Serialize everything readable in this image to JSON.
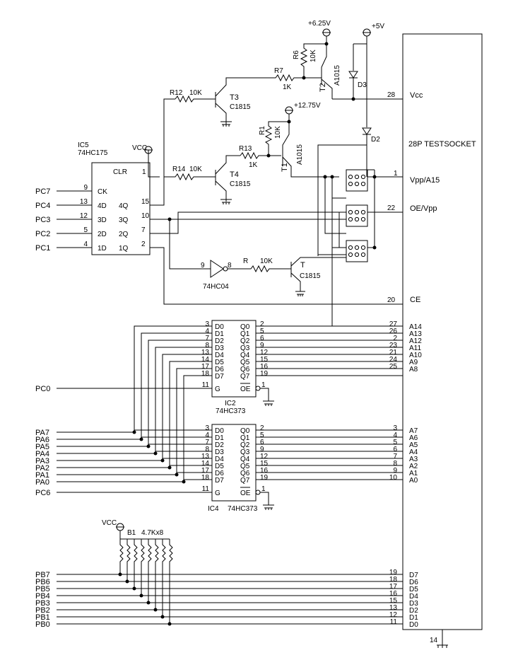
{
  "socket": {
    "title": "28P TESTSOCKET",
    "pins": [
      {
        "num": "28",
        "label": "Vcc"
      },
      {
        "num": "1",
        "label": "Vpp/A15"
      },
      {
        "num": "22",
        "label": "OE/Vpp"
      },
      {
        "num": "20",
        "label": "CE"
      },
      {
        "num": "14",
        "label": ""
      }
    ]
  },
  "supplies": {
    "v625": "+6.25V",
    "v5": "+5V",
    "v1275": "+12.75V",
    "vcc1": "VCC",
    "vcc2": "VCC"
  },
  "ic5": {
    "name": "IC5",
    "part": "74HC175",
    "clr": "CLR",
    "clr_pin": "1",
    "inputs": [
      {
        "port": "PC7",
        "pin": "9",
        "name": "CK"
      },
      {
        "port": "PC4",
        "pin": "13",
        "name": "4D"
      },
      {
        "port": "PC3",
        "pin": "12",
        "name": "3D"
      },
      {
        "port": "PC2",
        "pin": "5",
        "name": "2D"
      },
      {
        "port": "PC1",
        "pin": "4",
        "name": "1D"
      }
    ],
    "outputs": [
      {
        "name": "4Q",
        "pin": "15"
      },
      {
        "name": "3Q",
        "pin": "10"
      },
      {
        "name": "2Q",
        "pin": "7"
      },
      {
        "name": "1Q",
        "pin": "2"
      }
    ]
  },
  "transistors": {
    "t3": {
      "name": "T3",
      "part": "C1815"
    },
    "t4": {
      "name": "T4",
      "part": "C1815"
    },
    "t2": {
      "name": "T2",
      "part": "A1015"
    },
    "t1": {
      "name": "T1",
      "part": "A1015"
    },
    "t": {
      "name": "T",
      "part": "C1815"
    }
  },
  "resistors": {
    "r12": {
      "name": "R12",
      "value": "10K"
    },
    "r14": {
      "name": "R14",
      "value": "10K"
    },
    "r7": {
      "name": "R7",
      "value": "1K"
    },
    "r6": {
      "name": "R6",
      "value": "10K"
    },
    "r13": {
      "name": "R13",
      "value": "1K"
    },
    "r1": {
      "name": "R1",
      "value": "10K"
    },
    "r": {
      "name": "R",
      "value": "10K"
    }
  },
  "diodes": {
    "d3": "D3",
    "d2": "D2"
  },
  "inverter": {
    "part": "74HC04",
    "in_pin": "9",
    "out_pin": "8"
  },
  "ic2": {
    "name": "IC2",
    "part": "74HC373",
    "g": "G",
    "g_pin": "11",
    "oe": "OE",
    "oe_pin": "1",
    "control": "PC0",
    "in_pins": [
      "3",
      "4",
      "7",
      "8",
      "13",
      "14",
      "17",
      "18"
    ],
    "d_labels": [
      "D0",
      "D1",
      "D2",
      "D3",
      "D4",
      "D5",
      "D6",
      "D7"
    ],
    "q_labels": [
      "Q0",
      "Q1",
      "Q2",
      "Q3",
      "Q4",
      "Q5",
      "Q6",
      "Q7"
    ],
    "out_pins": [
      "2",
      "5",
      "6",
      "9",
      "12",
      "15",
      "16",
      "19"
    ],
    "sock_pins": [
      "27",
      "26",
      "2",
      "23",
      "21",
      "24",
      "25"
    ],
    "sock_labels": [
      "A14",
      "A13",
      "A12",
      "A11",
      "A10",
      "A9",
      "A8"
    ]
  },
  "ic4": {
    "name": "IC4",
    "part": "74HC373",
    "g": "G",
    "g_pin": "11",
    "oe": "OE",
    "oe_pin": "1",
    "control": "PC6",
    "in_pins": [
      "3",
      "4",
      "7",
      "8",
      "13",
      "14",
      "17",
      "18"
    ],
    "d_labels": [
      "D0",
      "D1",
      "D2",
      "D3",
      "D4",
      "D5",
      "D6",
      "D7"
    ],
    "q_labels": [
      "Q0",
      "Q1",
      "Q2",
      "Q3",
      "Q4",
      "Q5",
      "Q6",
      "Q7"
    ],
    "out_pins": [
      "2",
      "5",
      "6",
      "9",
      "12",
      "15",
      "16",
      "19"
    ],
    "sock_pins": [
      "3",
      "4",
      "5",
      "6",
      "7",
      "8",
      "9",
      "10"
    ],
    "sock_labels": [
      "A7",
      "A6",
      "A5",
      "A4",
      "A3",
      "A2",
      "A1",
      "A0"
    ]
  },
  "pa_ports": [
    "PA7",
    "PA6",
    "PA5",
    "PA4",
    "PA3",
    "PA2",
    "PA1",
    "PA0"
  ],
  "pb": {
    "ports": [
      "PB7",
      "PB6",
      "PB5",
      "PB4",
      "PB3",
      "PB2",
      "PB1",
      "PB0"
    ],
    "sock_pins": [
      "19",
      "18",
      "17",
      "16",
      "15",
      "13",
      "12",
      "11"
    ],
    "sock_labels": [
      "D7",
      "D6",
      "D5",
      "D4",
      "D3",
      "D2",
      "D1",
      "D0"
    ]
  },
  "rnet": {
    "name": "B1",
    "value": "4.7Kx8"
  }
}
